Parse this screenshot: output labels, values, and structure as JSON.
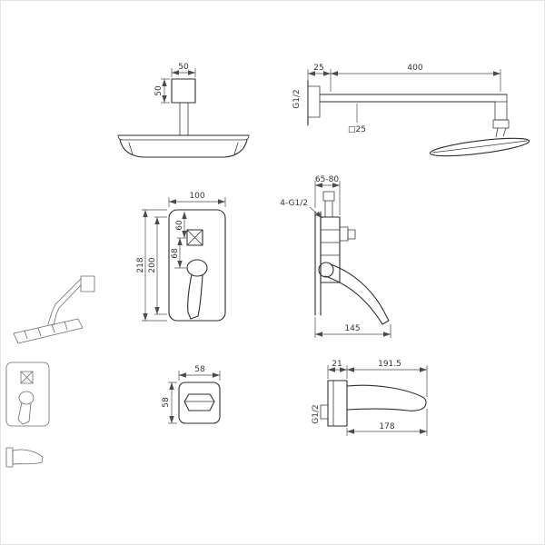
{
  "views": {
    "showerhead_front": {
      "dim_top": "50",
      "dim_side": "50"
    },
    "arm_side": {
      "dim_flange": "25",
      "dim_length": "400",
      "thread": "G1/2",
      "square_note": "□25"
    },
    "mixer_front": {
      "dim_width": "100",
      "dim_height_outer": "218",
      "dim_height_inner": "200",
      "dim_top_to_button": "60",
      "dim_button_to_handle": "68"
    },
    "mixer_side": {
      "dim_depth_range": "65-80",
      "thread_note": "4-G1/2",
      "dim_width": "145"
    },
    "escutcheon_front": {
      "dim_width": "58",
      "dim_height": "58"
    },
    "spout_side": {
      "dim_wall": "21",
      "dim_total": "191.5",
      "dim_length": "178",
      "thread": "G1/2"
    }
  }
}
